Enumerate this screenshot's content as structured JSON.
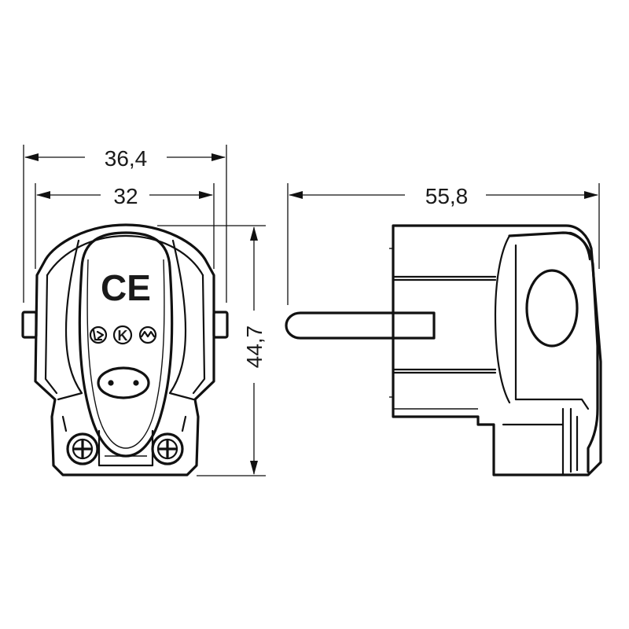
{
  "dimensions": {
    "overall_width": "36,4",
    "pin_spacing_width": "32",
    "height": "44,7",
    "depth": "55,8"
  },
  "markings": {
    "ce": "CE",
    "k_mark": "K"
  }
}
